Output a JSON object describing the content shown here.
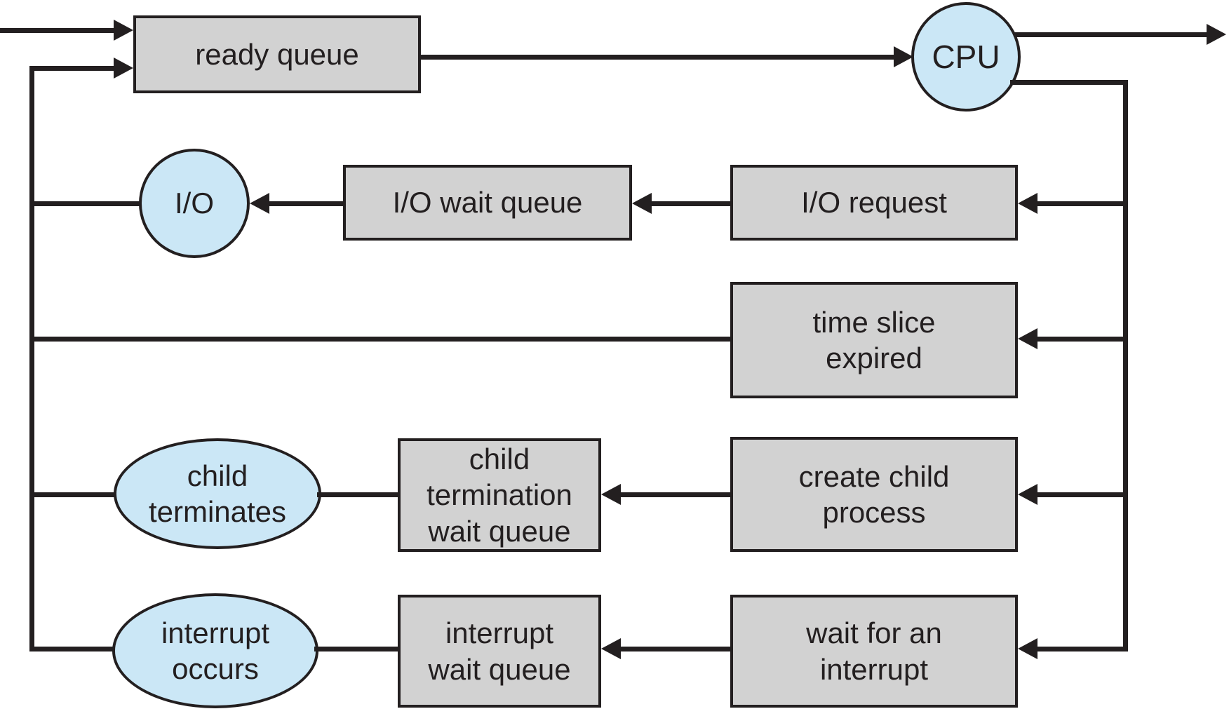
{
  "diagram": {
    "description": "queueing diagram of process scheduling",
    "nodes": {
      "ready_queue": {
        "label": "ready queue"
      },
      "cpu": {
        "label": "CPU"
      },
      "io": {
        "label": "I/O"
      },
      "io_wait_queue": {
        "label": "I/O wait queue"
      },
      "io_request": {
        "label": "I/O request"
      },
      "time_slice_expired": {
        "label": "time slice\nexpired"
      },
      "child_terminates": {
        "label": "child\nterminates"
      },
      "child_termination_wait_queue": {
        "label": "child\ntermination\nwait queue"
      },
      "create_child_process": {
        "label": "create child\nprocess"
      },
      "interrupt_occurs": {
        "label": "interrupt\noccurs"
      },
      "interrupt_wait_queue": {
        "label": "interrupt\nwait queue"
      },
      "wait_for_an_interrupt": {
        "label": "wait for an\ninterrupt"
      }
    },
    "colors": {
      "queue_fill": "#d2d2d2",
      "resource_fill": "#cbe7f6",
      "line": "#231f20",
      "text": "#231f20",
      "background": "#ffffff"
    }
  }
}
